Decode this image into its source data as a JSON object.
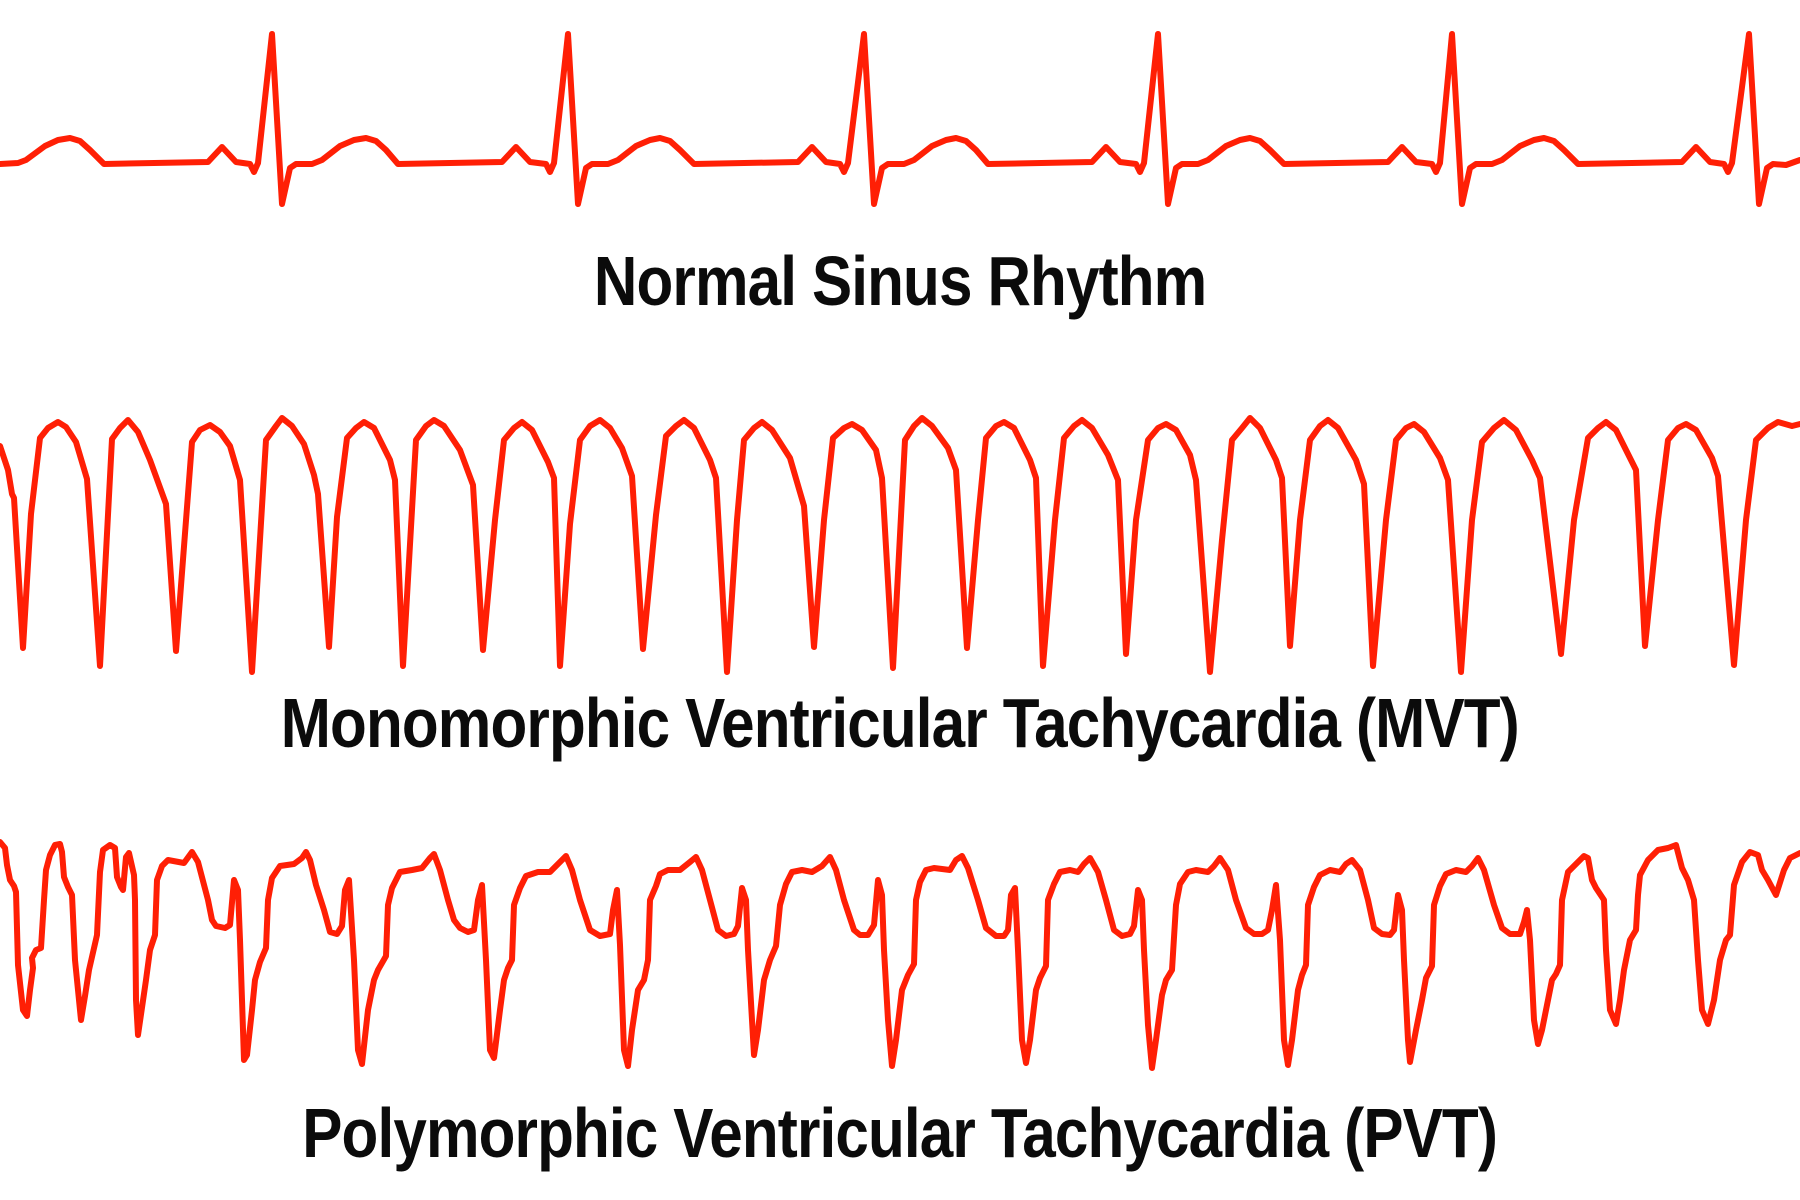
{
  "colors": {
    "trace": "#ff1f05",
    "text": "#0b0b0b",
    "background": "#ffffff"
  },
  "rhythms": [
    {
      "id": "nsr",
      "label": "Normal Sinus Rhythm",
      "abbreviation": ""
    },
    {
      "id": "mvt",
      "label": "Monomorphic Ventricular Tachycardia (MVT)",
      "abbreviation": "MVT"
    },
    {
      "id": "pvt",
      "label": "Polymorphic Ventricular Tachycardia (PVT)",
      "abbreviation": "PVT"
    }
  ]
}
